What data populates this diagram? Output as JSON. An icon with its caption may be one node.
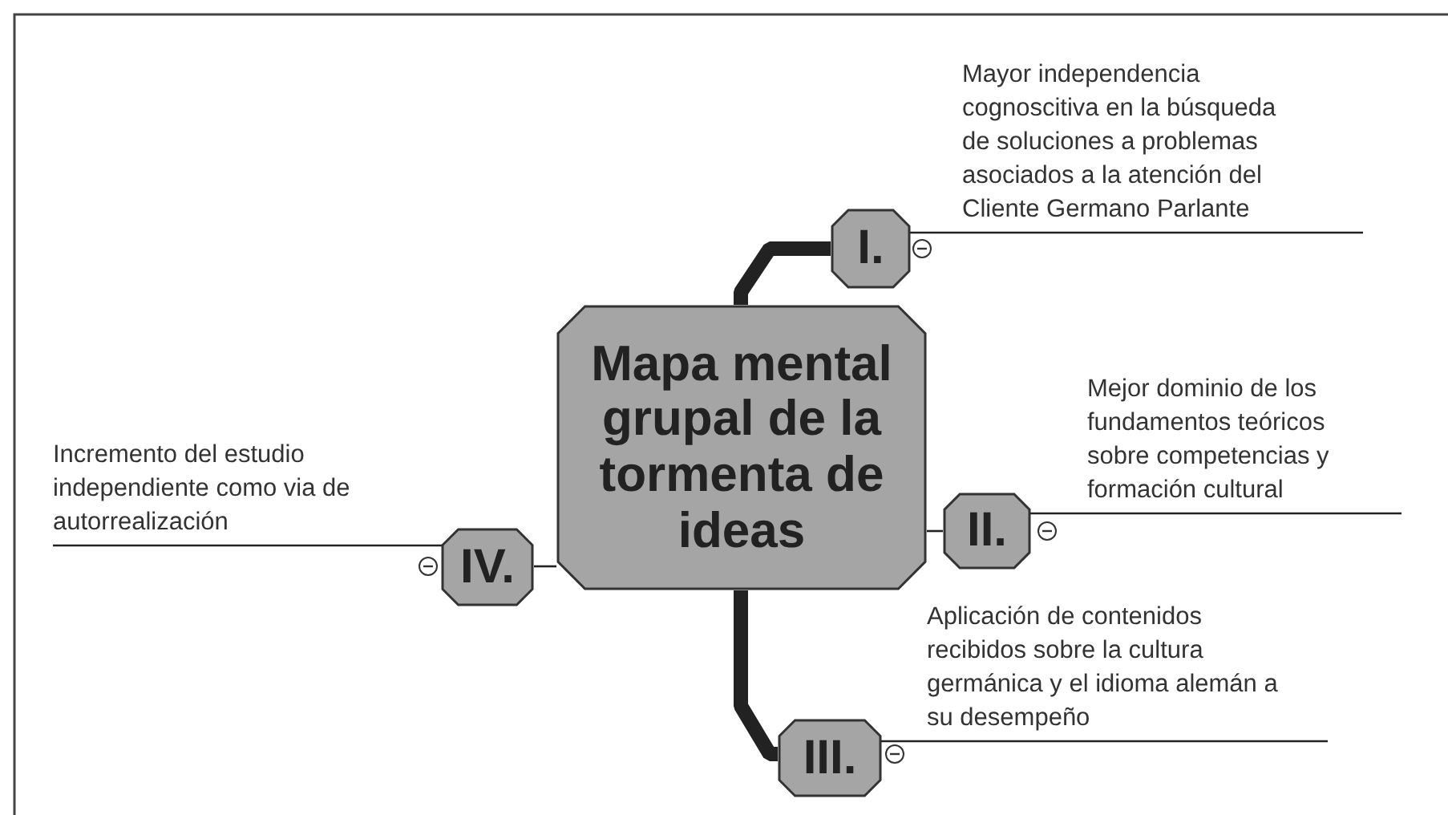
{
  "diagram": {
    "nodes": [
      {
        "text": [
          "Mapa mental grupal de la tormenta de ideas"
        ]
      },
      {
        "text": [
          "I."
        ]
      },
      {
        "text": [
          "Mayor independencia cognoscitiva en la búsqueda de soluciones a problemas asociados a la atención del Cliente Germano Parlante"
        ]
      },
      {
        "text": [
          "II."
        ]
      },
      {
        "text": [
          "Mejor dominio de los fundamentos teóricos sobre competencias y formación cultural"
        ]
      },
      {
        "text": [
          "III."
        ]
      },
      {
        "text": [
          "Aplicación de contenidos recibidos sobre la cultura germánica y el idioma alemán a su desempeño"
        ]
      },
      {
        "text": [
          "IV."
        ]
      },
      {
        "text": [
          "Incremento del estudio independiente como via de autorrealización"
        ]
      }
    ],
    "edges": [
      {
        "from": 0,
        "to": 1,
        "arrow": "none",
        "style": "thick"
      },
      {
        "from": 0,
        "to": 3,
        "arrow": "none"
      },
      {
        "from": 0,
        "to": 5,
        "arrow": "none",
        "style": "thick"
      },
      {
        "from": 0,
        "to": 7,
        "arrow": "none"
      },
      {
        "from": 1,
        "to": 2,
        "arrow": "none"
      },
      {
        "from": 3,
        "to": 4,
        "arrow": "none"
      },
      {
        "from": 5,
        "to": 6,
        "arrow": "none"
      },
      {
        "from": 7,
        "to": 8,
        "arrow": "none"
      }
    ]
  }
}
